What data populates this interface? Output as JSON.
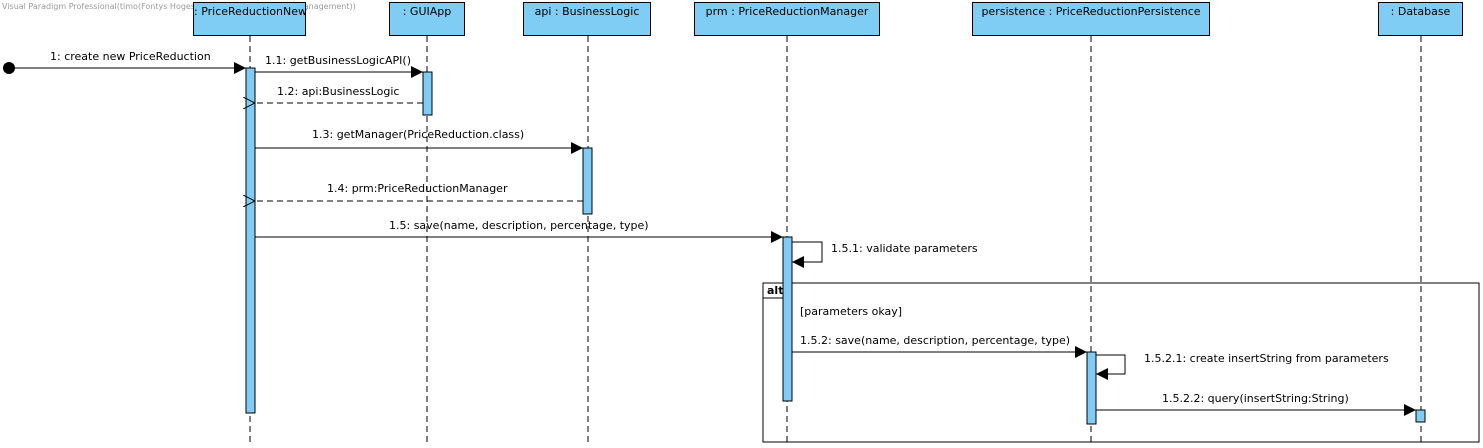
{
  "watermark": "Visual Paradigm Professional(timo(Fontys Hogeschool ICT)(pricereductionmanagement))",
  "lifelines": [
    {
      "label": ": PriceReductionNew"
    },
    {
      "label": ": GUIApp"
    },
    {
      "label": "api : BusinessLogic"
    },
    {
      "label": "prm : PriceReductionManager"
    },
    {
      "label": "persistence : PriceReductionPersistence"
    },
    {
      "label": ": Database"
    }
  ],
  "messages": [
    {
      "label": "1: create new PriceReduction"
    },
    {
      "label": "1.1: getBusinessLogicAPI()"
    },
    {
      "label": "1.2: api:BusinessLogic"
    },
    {
      "label": "1.3: getManager(PriceReduction.class)"
    },
    {
      "label": "1.4: prm:PriceReductionManager"
    },
    {
      "label": "1.5: save(name, description, percentage, type)"
    },
    {
      "label": "1.5.1: validate parameters"
    },
    {
      "label": "1.5.2: save(name, description, percentage, type)"
    },
    {
      "label": "1.5.2.1: create insertString from parameters"
    },
    {
      "label": "1.5.2.2: query(insertString:String)"
    }
  ],
  "fragment": {
    "operator": "alt",
    "guard": "[parameters okay]"
  },
  "colors": {
    "lifeline_fill": "#7fcdf4",
    "line": "#000000"
  }
}
